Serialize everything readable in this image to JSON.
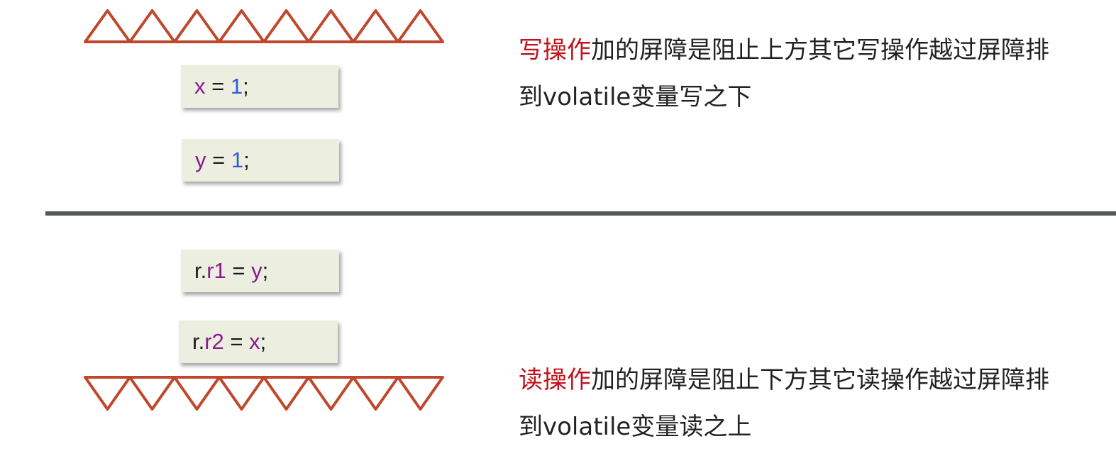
{
  "colors": {
    "barrier": "#c0472b",
    "highlight": "#c0121c",
    "code_bg": "#ecefe0",
    "variable": "#8a1a8f",
    "number": "#2f5bd6",
    "divider": "#535a56"
  },
  "top": {
    "code_lines": [
      {
        "var": "x",
        "eq": " = ",
        "num": "1",
        "end": ";"
      },
      {
        "var": "y",
        "eq": " = ",
        "num": "1",
        "end": ";"
      }
    ],
    "description": {
      "highlight": "写操作",
      "line1_rest": "加的屏障是阻止上方其它写操作越过屏障排",
      "line2": "到volatile变量写之下"
    }
  },
  "bottom": {
    "code_lines": [
      {
        "prefix": "r.",
        "field": "r1",
        "eq": " = ",
        "var": "y",
        "end": ";"
      },
      {
        "prefix": "r.",
        "field": "r2",
        "eq": " = ",
        "var": "x",
        "end": ";"
      }
    ],
    "description": {
      "highlight": "读操作",
      "line1_rest": "加的屏障是阻止下方其它读操作越过屏障排",
      "line2": "到volatile变量读之上"
    }
  }
}
